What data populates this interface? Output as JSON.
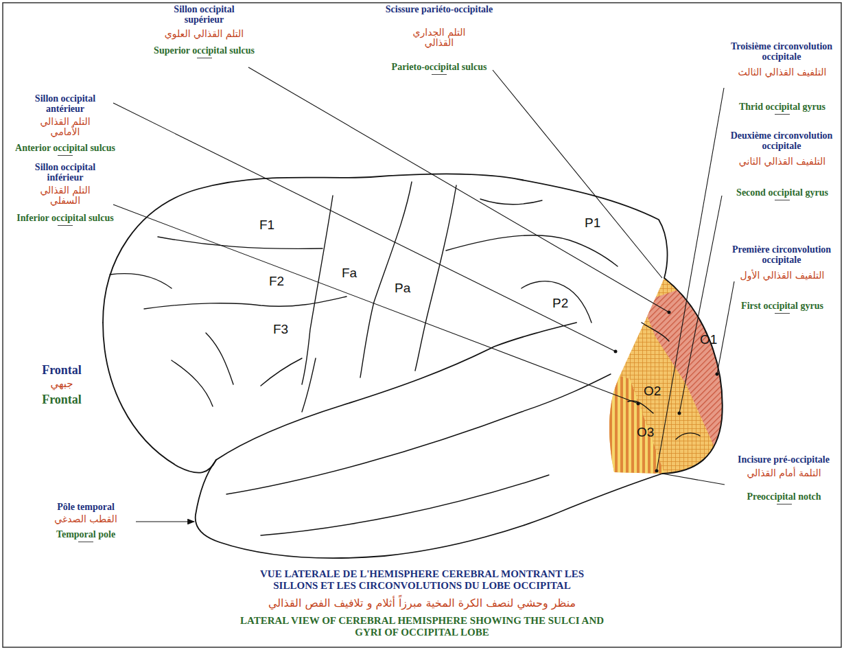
{
  "diagram": {
    "labels": [
      "Sillon occipital supérieur",
      "التلم القذالي العلوي",
      "Superior occipital sulcus",
      "Scissure pariéto-occipitale",
      "التلم الجداري القذالي",
      "Parieto-occipital sulcus",
      "Sillon occipital antérieur",
      "التلم القذالي الأمامي",
      "Anterior occipital sulcus",
      "Sillon occipital inférieur",
      "التلم القذالي السفلي",
      "Inferior occipital sulcus",
      "Troisième circonvolution occipitale",
      "التلفيف القذالي الثالث",
      "Thrid occipital gyrus",
      "Deuxième circonvolution occipitale",
      "التلفيف القذالي الثاني",
      "Second occipital gyrus",
      "Première circonvolution occipitale",
      "التلفيف القذالي الأول",
      "First occipital gyrus",
      "Incisure pré-occipitale",
      "التلمة أمام القذالي",
      "Preoccipital notch",
      "Pôle temporal",
      "القطب الصدغي",
      "Temporal pole",
      "Frontal",
      "جبهي",
      "Frontal",
      "F1",
      "F2",
      "Fa",
      "Pa",
      "F3",
      "P1",
      "P2",
      "O1",
      "O2",
      "O3",
      "VUE LATERALE DE L'HEMISPHERE CEREBRAL MONTRANT LES SILLONS ET LES CIRCONVOLUTIONS DU LOBE OCCIPITAL",
      "منظر وحشي لنصف الكرة المخية مبرزاً أثلام و تلافيف الفص القذالي",
      "LATERAL VIEW OF CEREBRAL HEMISPHERE SHOWING THE SULCI AND GYRI OF OCCIPITAL LOBE"
    ]
  }
}
